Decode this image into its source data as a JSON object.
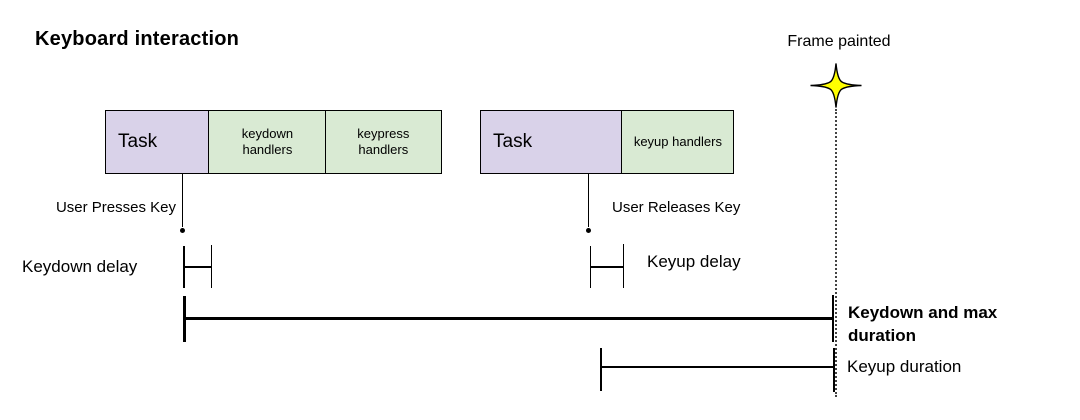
{
  "title": "Keyboard interaction",
  "colors": {
    "task_fill": "#d9d2e9",
    "handlers_fill": "#d9ead3",
    "star_fill": "#ffff00",
    "line": "#000000"
  },
  "frame_marker": {
    "label": "Frame painted",
    "icon": "four-point-star"
  },
  "keydown_track": {
    "task_label": "Task",
    "handler1_line1": "keydown",
    "handler1_line2": "handlers",
    "handler2_line1": "keypress",
    "handler2_line2": "handlers",
    "event_label": "User Presses Key",
    "delay_label": "Keydown delay",
    "duration_label": "Keydown and max duration"
  },
  "keyup_track": {
    "task_label": "Task",
    "handler_label": "keyup handlers",
    "event_label": "User Releases Key",
    "delay_label": "Keyup delay",
    "duration_label": "Keyup duration"
  }
}
